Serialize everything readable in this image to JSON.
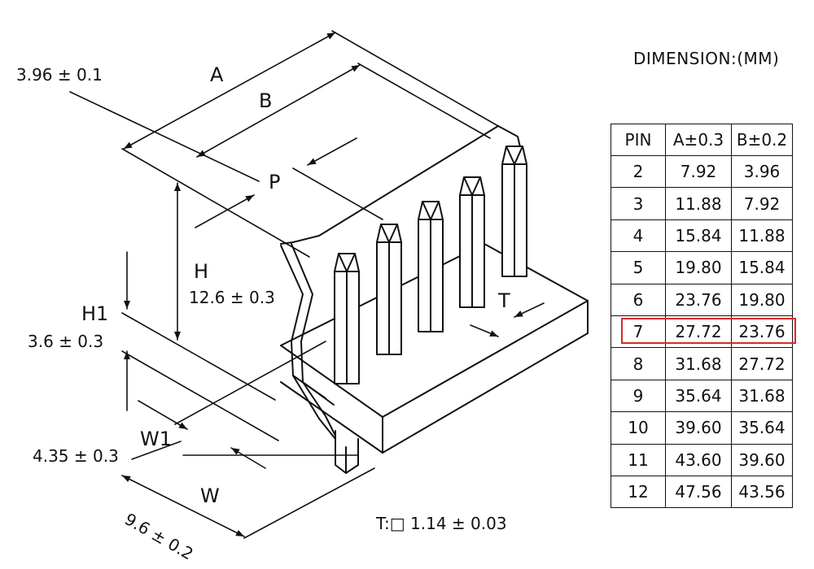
{
  "title": "DIMENSION:(MM)",
  "labels": {
    "p_tol": "3.96 ± 0.1",
    "a": "A",
    "b": "B",
    "p": "P",
    "h": "H",
    "h_val": "12.6 ± 0.3",
    "h1": "H1",
    "h1_val": "3.6 ± 0.3",
    "w1": "W1",
    "w1_val": "4.35 ± 0.3",
    "w": "W",
    "w_val": "9.6 ± 0.2",
    "t": "T",
    "t_spec": "T:□ 1.14 ± 0.03"
  },
  "table": {
    "headers": [
      "PIN",
      "A±0.3",
      "B±0.2"
    ],
    "rows": [
      [
        "2",
        "7.92",
        "3.96"
      ],
      [
        "3",
        "11.88",
        "7.92"
      ],
      [
        "4",
        "15.84",
        "11.88"
      ],
      [
        "5",
        "19.80",
        "15.84"
      ],
      [
        "6",
        "23.76",
        "19.80"
      ],
      [
        "7",
        "27.72",
        "23.76"
      ],
      [
        "8",
        "31.68",
        "27.72"
      ],
      [
        "9",
        "35.64",
        "31.68"
      ],
      [
        "10",
        "39.60",
        "35.64"
      ],
      [
        "11",
        "43.60",
        "39.60"
      ],
      [
        "12",
        "47.56",
        "43.56"
      ]
    ],
    "highlighted_pin": "7",
    "highlight_color": "#d62b2b"
  }
}
